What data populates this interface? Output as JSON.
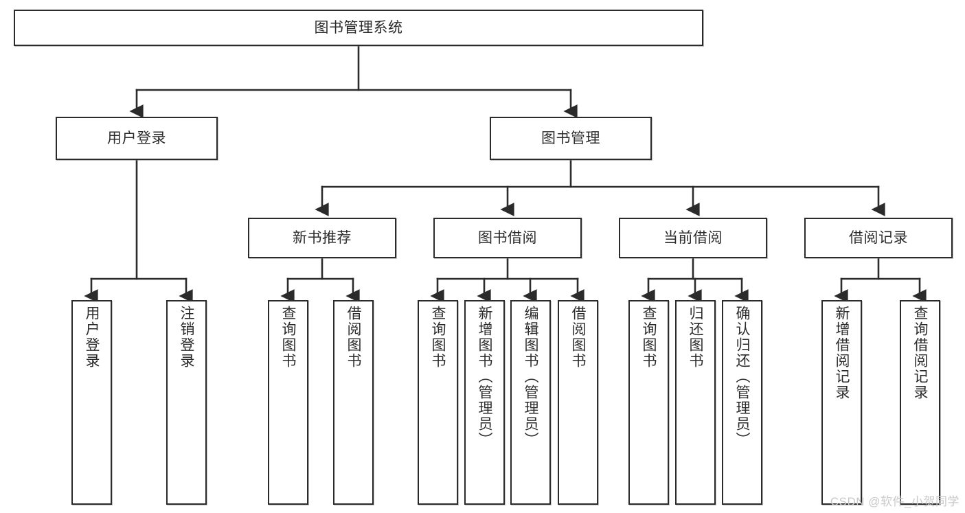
{
  "diagram": {
    "type": "tree",
    "title": "图书管理系统",
    "root": {
      "label": "图书管理系统"
    },
    "level1": [
      {
        "label": "用户登录"
      },
      {
        "label": "图书管理"
      }
    ],
    "level2": [
      {
        "label": "新书推荐",
        "parent": "图书管理"
      },
      {
        "label": "图书借阅",
        "parent": "图书管理"
      },
      {
        "label": "当前借阅",
        "parent": "图书管理"
      },
      {
        "label": "借阅记录",
        "parent": "图书管理"
      }
    ],
    "leaves": {
      "用户登录": [
        {
          "label": "用户登录"
        },
        {
          "label": "注销登录"
        }
      ],
      "新书推荐": [
        {
          "label": "查询图书"
        },
        {
          "label": "借阅图书"
        }
      ],
      "图书借阅": [
        {
          "label": "查询图书"
        },
        {
          "label": "新增图书（管理员）"
        },
        {
          "label": "编辑图书（管理员）"
        },
        {
          "label": "借阅图书"
        }
      ],
      "当前借阅": [
        {
          "label": "查询图书"
        },
        {
          "label": "归还图书"
        },
        {
          "label": "确认归还（管理员）"
        }
      ],
      "借阅记录": [
        {
          "label": "新增借阅记录"
        },
        {
          "label": "查询借阅记录"
        }
      ]
    }
  },
  "watermark": {
    "text": "CSDN @软件_小贺同学"
  },
  "colors": {
    "stroke": "#2b2b2b",
    "fill": "#ffffff",
    "text": "#2b2b2b",
    "watermark": "#c9c9c9"
  }
}
